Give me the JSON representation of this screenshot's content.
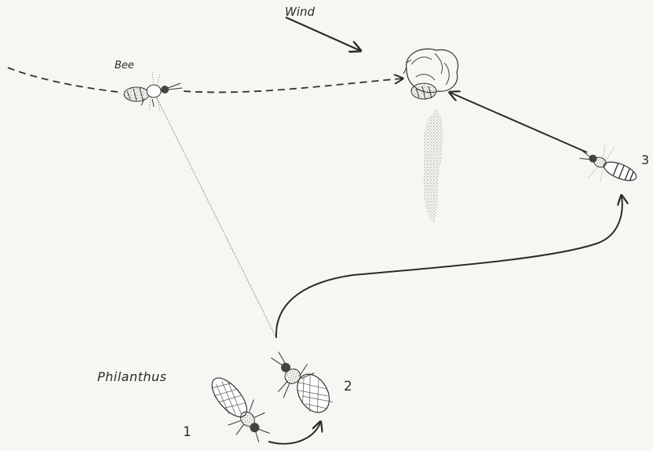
{
  "labels": {
    "wind": "Wind",
    "bee": "Bee",
    "philanthus": "Philanthus"
  },
  "positions": {
    "one": "1",
    "two": "2",
    "three": "3"
  },
  "colors": {
    "ink": "#2b2b2b",
    "paper": "#f7f6f2"
  }
}
